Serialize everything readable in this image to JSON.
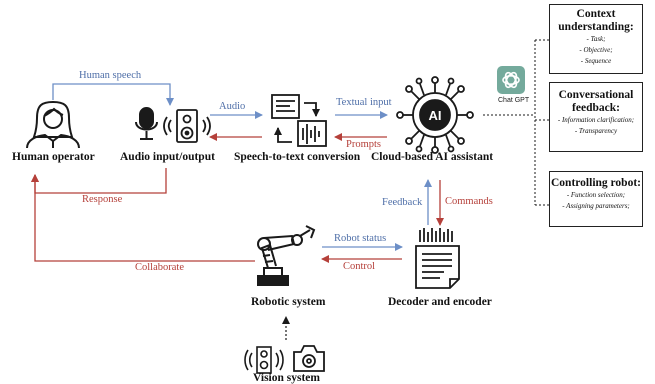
{
  "nodes": {
    "human_operator": "Human operator",
    "audio_io": "Audio input/output",
    "stt": "Speech-to-text conversion",
    "ai_assistant": "Cloud-based AI assistant",
    "robotic_system": "Robotic system",
    "decoder_encoder": "Decoder and encoder",
    "vision_system": "Vision system"
  },
  "edges": {
    "human_speech": "Human speech",
    "audio": "Audio",
    "textual_input": "Textual input",
    "prompts": "Prompts",
    "response": "Response",
    "feedback": "Feedback",
    "commands": "Commands",
    "robot_status": "Robot status",
    "control": "Control",
    "collaborate": "Collaborate"
  },
  "chatgpt_label": "Chat GPT",
  "boxes": {
    "context": {
      "title": "Context understanding:",
      "items": [
        "- Task;",
        "- Objective;",
        "- Sequence"
      ]
    },
    "conversational": {
      "title": "Conversational feedback:",
      "items": [
        "- Information clarification;",
        "- Transparency"
      ]
    },
    "controlling": {
      "title": "Controlling robot:",
      "items": [
        "- Function selection;",
        "- Assigning parameters;"
      ]
    }
  },
  "colors": {
    "blue": "#6d8fc7",
    "red": "#b5403a",
    "dark": "#1a1a1a",
    "chatgpt": "#74aa9c"
  }
}
